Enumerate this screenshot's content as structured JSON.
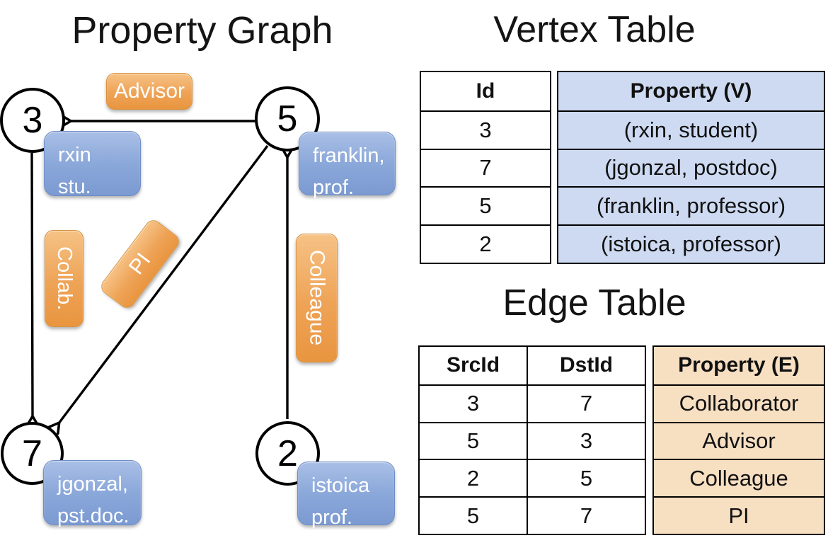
{
  "graph_panel": {
    "title": "Property Graph",
    "nodes": [
      {
        "id": "3",
        "label_lines": [
          "rxin",
          "stu."
        ]
      },
      {
        "id": "5",
        "label_lines": [
          "franklin,",
          "prof."
        ]
      },
      {
        "id": "7",
        "label_lines": [
          "jgonzal,",
          "pst.doc."
        ]
      },
      {
        "id": "2",
        "label_lines": [
          "istoica",
          "prof."
        ]
      }
    ],
    "edges": [
      {
        "label": "Advisor"
      },
      {
        "label": "Collab."
      },
      {
        "label": "PI"
      },
      {
        "label": "Colleague"
      }
    ]
  },
  "vertex_table": {
    "title": "Vertex Table",
    "headers": [
      "Id",
      "Property (V)"
    ],
    "rows": [
      [
        "3",
        "(rxin, student)"
      ],
      [
        "7",
        "(jgonzal, postdoc)"
      ],
      [
        "5",
        "(franklin, professor)"
      ],
      [
        "2",
        "(istoica, professor)"
      ]
    ]
  },
  "edge_table": {
    "title": "Edge Table",
    "headers": [
      "SrcId",
      "DstId",
      "Property (E)"
    ],
    "rows": [
      [
        "3",
        "7",
        "Collaborator"
      ],
      [
        "5",
        "3",
        "Advisor"
      ],
      [
        "2",
        "5",
        "Colleague"
      ],
      [
        "5",
        "7",
        "PI"
      ]
    ]
  },
  "colors": {
    "edge_label_orange": "#E9953F",
    "vertex_box_blue": "#7B9AD1",
    "vertex_table_fill": "#CDDAF1",
    "edge_table_fill": "#F7DFC2",
    "line_black": "#000000"
  }
}
